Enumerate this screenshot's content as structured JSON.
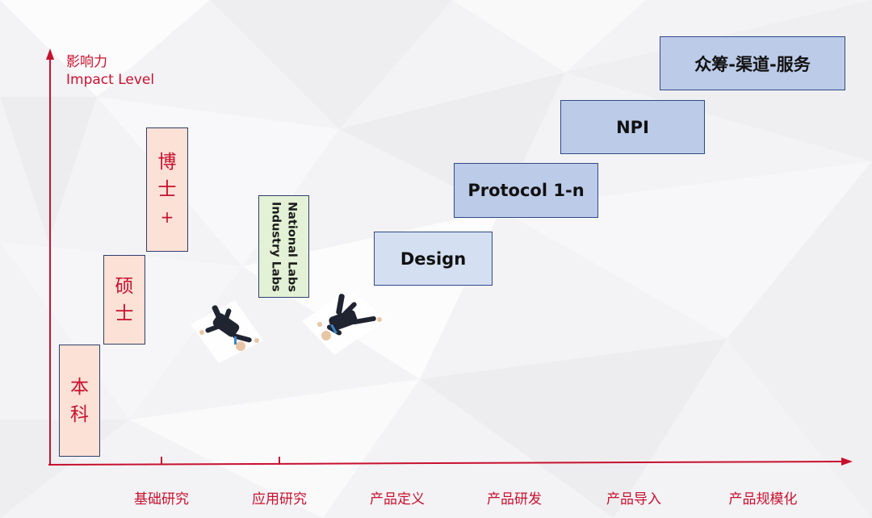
{
  "y_axis": {
    "label_cn": "影响力",
    "label_en": "Impact Level"
  },
  "x_axis": {
    "labels": [
      "基础研究",
      "应用研究",
      "产品定义",
      "产品研发",
      "产品导入",
      "产品规模化"
    ]
  },
  "education": {
    "bachelor": [
      "本",
      "科"
    ],
    "master": [
      "硕",
      "士"
    ],
    "phd": [
      "博",
      "士",
      "+"
    ]
  },
  "labs": {
    "line1": "National Labs",
    "line2": "Industry Labs"
  },
  "stages": {
    "design": "Design",
    "protocol": "Protocol 1-n",
    "npi": "NPI",
    "scale": "众筹-渠道-服务"
  },
  "colors": {
    "accent_red": "#c8102e",
    "edu_fill": "#fbe1d6",
    "lab_fill": "#e3f1d6",
    "stage_fill": "#bccbe8",
    "border_navy": "#2e3e6e"
  },
  "icons": {
    "figure1": "falling-businessman-icon",
    "figure2": "falling-businessman-icon"
  }
}
